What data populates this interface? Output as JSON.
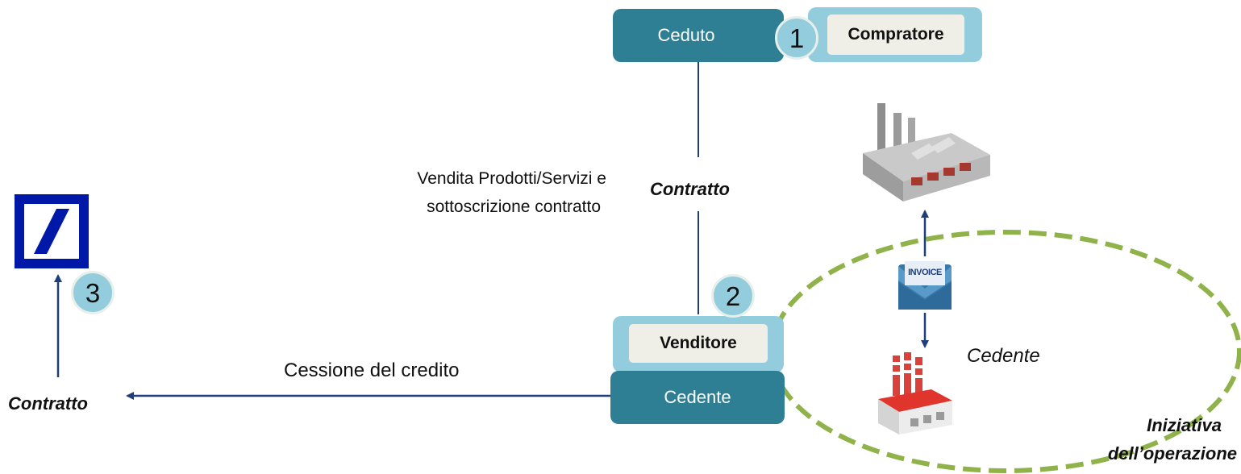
{
  "nodes": {
    "ceduto": "Ceduto",
    "compratore": "Compratore",
    "venditore": "Venditore",
    "cedente": "Cedente"
  },
  "badges": {
    "one": "1",
    "two": "2",
    "three": "3"
  },
  "labels": {
    "contratto_center": "Contratto",
    "contratto_left": "Contratto",
    "vendita_line1": "Vendita Prodotti/Servizi e",
    "vendita_line2": "sottoscrizione contratto",
    "cessione": "Cessione del credito",
    "cedente_factory": "Cedente",
    "iniziativa_line1": "Iniziativa",
    "iniziativa_line2": "dell’operazione",
    "invoice": "INVOICE"
  },
  "colors": {
    "box_dark": "#2e7f93",
    "box_light": "#93cddd",
    "arrow": "#1f3f7a",
    "dashed_ellipse": "#8fb24a",
    "bank_logo": "#0018a8"
  },
  "icons": [
    "bank-logo-icon",
    "gray-factory-icon",
    "invoice-envelope-icon",
    "red-factory-icon"
  ]
}
